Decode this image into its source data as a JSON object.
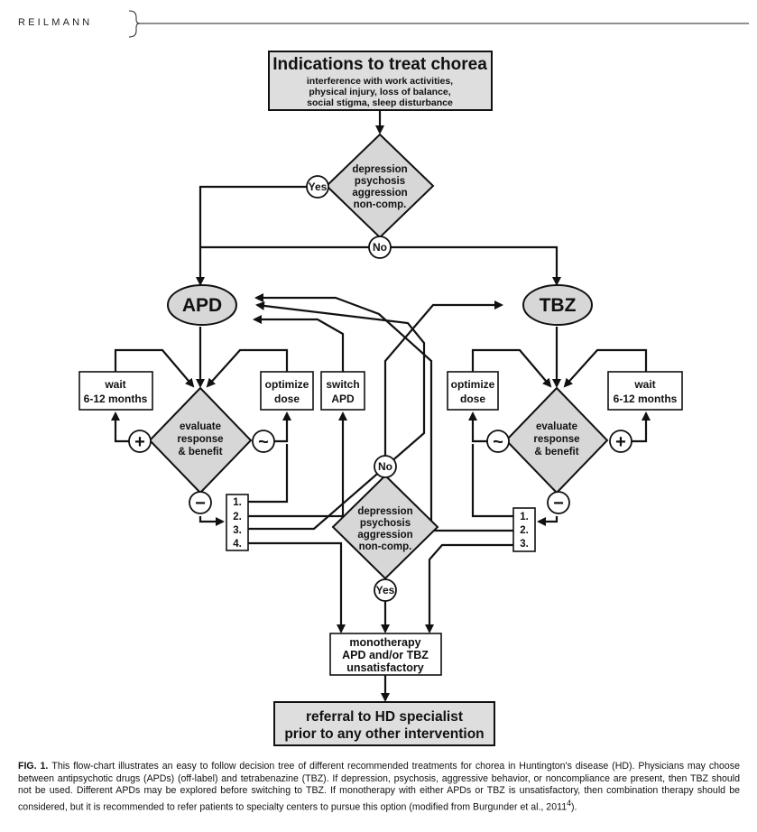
{
  "header": {
    "author": "REILMANN"
  },
  "diagram": {
    "indications": {
      "title": "Indications to treat chorea",
      "lines": [
        "interference with work activities,",
        "physical injury, loss of balance,",
        "social stigma, sleep disturbance"
      ]
    },
    "decision_top": {
      "lines": [
        "depression",
        "psychosis",
        "aggression",
        "non-comp."
      ],
      "yes": "Yes",
      "no": "No"
    },
    "apd": "APD",
    "tbz": "TBZ",
    "left": {
      "wait": [
        "wait",
        "6-12 months"
      ],
      "optimize": [
        "optimize",
        "dose"
      ],
      "switch": [
        "switch",
        "APD"
      ],
      "evaluate": [
        "evaluate",
        "response",
        "& benefit"
      ],
      "plus": "+",
      "tilde": "~",
      "minus": "−",
      "options": [
        "1.",
        "2.",
        "3.",
        "4."
      ]
    },
    "right": {
      "optimize": [
        "optimize",
        "dose"
      ],
      "wait": [
        "wait",
        "6-12 months"
      ],
      "evaluate": [
        "evaluate",
        "response",
        "& benefit"
      ],
      "tilde": "~",
      "plus": "+",
      "minus": "−",
      "options": [
        "1.",
        "2.",
        "3."
      ]
    },
    "decision_center": {
      "lines": [
        "depression",
        "psychosis",
        "aggression",
        "non-comp."
      ],
      "no": "No",
      "yes": "Yes"
    },
    "monotherapy": [
      "monotherapy",
      "APD and/or TBZ",
      "unsatisfactory"
    ],
    "referral": [
      "referral to HD specialist",
      "prior to any other intervention"
    ]
  },
  "caption": {
    "label": "FIG. 1.",
    "text": "This flow-chart illustrates an easy to follow decision tree of different recommended treatments for chorea in Huntington's disease (HD). Physicians may choose between antipsychotic drugs (APDs) (off-label) and tetrabenazine (TBZ). If depression, psychosis, aggressive behavior, or noncompliance are present, then TBZ should not be used. Different APDs may be explored before switching to TBZ. If monotherapy with either APDs or TBZ is unsatisfactory, then combination therapy should be considered, but it is recommended to refer patients to specialty centers to pursue this option (modified from Burgunder et al., 2011",
    "ref": "4",
    "end": ")."
  }
}
